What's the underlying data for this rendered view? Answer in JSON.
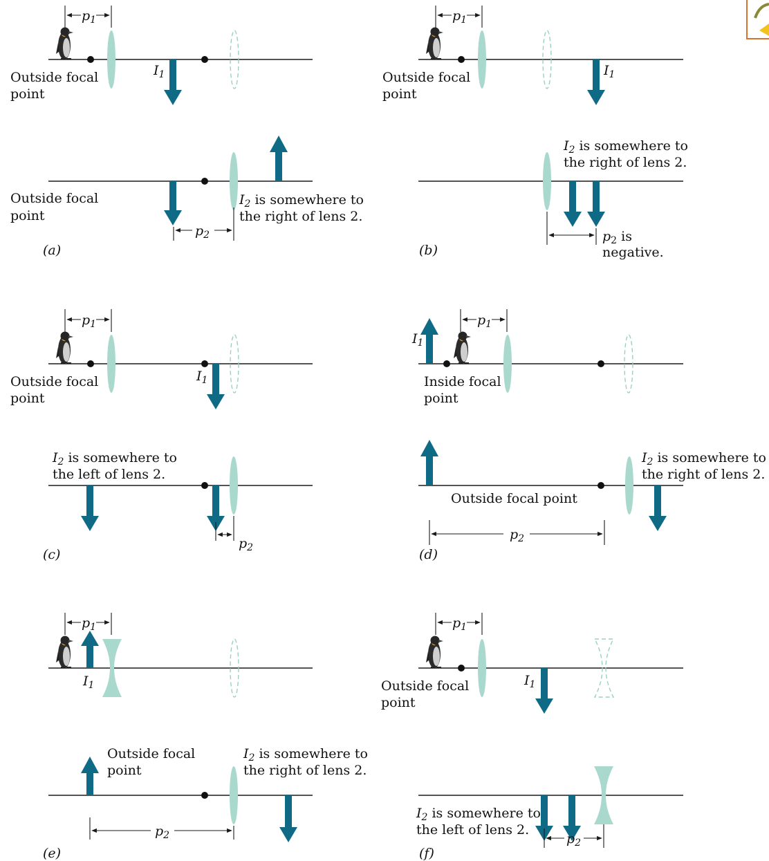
{
  "colors": {
    "image_arrow": "#0e6a85",
    "lens": "#a9d8cc",
    "axis": "#1a1a1a"
  },
  "icons": [
    "penguin-icon"
  ],
  "labels": {
    "outside_focal": "Outside focal",
    "point": "point",
    "inside_focal": "Inside focal",
    "outside_focal_point": "Outside focal point",
    "I": "I",
    "sub1": "1",
    "sub2": "2",
    "p": "p",
    "i2_right_1": " is somewhere to",
    "i2_right_2": "the right of lens 2.",
    "i2_left_1": " is somewhere to",
    "i2_left_2": "the left of lens 2.",
    "p2_is": " is",
    "negative": "negative."
  },
  "panels": {
    "a": "(a)",
    "b": "(b)",
    "c": "(c)",
    "d": "(d)",
    "e": "(e)",
    "f": "(f)"
  }
}
